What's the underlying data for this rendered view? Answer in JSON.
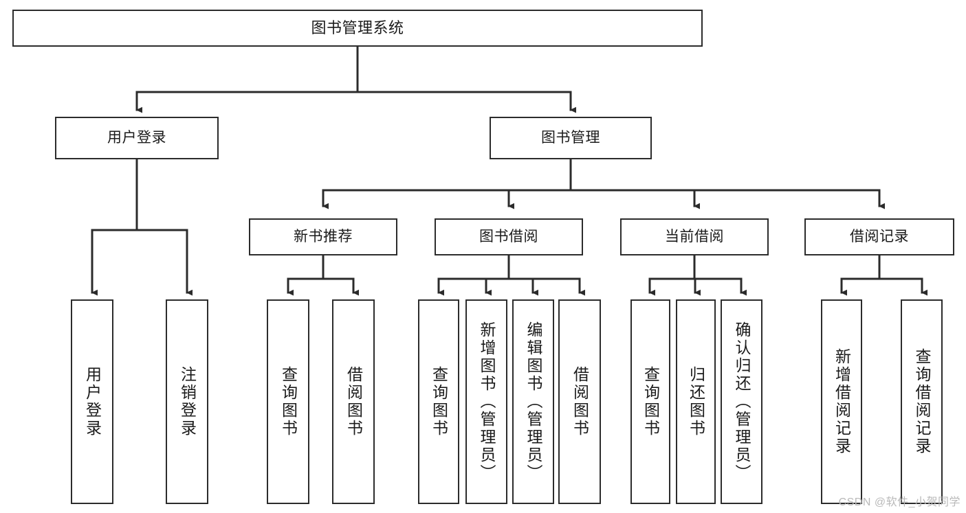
{
  "diagram": {
    "title": "图书管理系统",
    "type": "tree-hierarchy",
    "orientation": "top-down",
    "colors": {
      "box_border": "#2b2b2b",
      "box_fill": "#ffffff",
      "connector": "#333333",
      "text": "#1a1a1a",
      "watermark": "#b9b9b9",
      "background": "#ffffff"
    }
  },
  "root": {
    "label": "图书管理系统"
  },
  "level2": [
    {
      "label": "用户登录"
    },
    {
      "label": "图书管理"
    }
  ],
  "level3": [
    {
      "label": "新书推荐"
    },
    {
      "label": "图书借阅"
    },
    {
      "label": "当前借阅"
    },
    {
      "label": "借阅记录"
    }
  ],
  "leaves": {
    "user_login": [
      {
        "label": "用户登录"
      },
      {
        "label": "注销登录"
      }
    ],
    "new_book": [
      {
        "label": "查询图书"
      },
      {
        "label": "借阅图书"
      }
    ],
    "book_borrow": [
      {
        "label": "查询图书"
      },
      {
        "label": "新增图书（管理员）"
      },
      {
        "label": "编辑图书（管理员）"
      },
      {
        "label": "借阅图书"
      }
    ],
    "current_borrow": [
      {
        "label": "查询图书"
      },
      {
        "label": "归还图书"
      },
      {
        "label": "确认归还（管理员）"
      }
    ],
    "borrow_record": [
      {
        "label": "新增借阅记录"
      },
      {
        "label": "查询借阅记录"
      }
    ]
  },
  "watermark": {
    "text": "CSDN @软件_小贺同学"
  }
}
